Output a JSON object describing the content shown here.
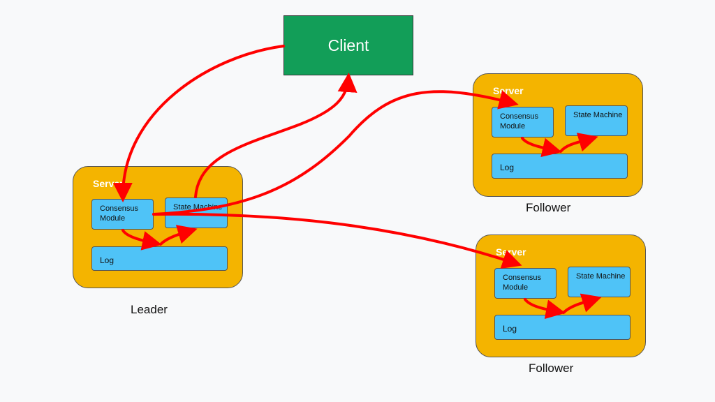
{
  "client": {
    "label": "Client"
  },
  "servers": {
    "leader": {
      "title": "Server",
      "role": "Leader",
      "consensus": "Consensus Module",
      "state": "State Machine",
      "log": "Log"
    },
    "follower1": {
      "title": "Server",
      "role": "Follower",
      "consensus": "Consensus Module",
      "state": "State Machine",
      "log": "Log"
    },
    "follower2": {
      "title": "Server",
      "role": "Follower",
      "consensus": "Consensus Module",
      "state": "State Machine",
      "log": "Log"
    }
  },
  "colors": {
    "client": "#129e58",
    "server": "#f4b400",
    "module": "#4fc3f7",
    "arrow": "#ff0000"
  }
}
